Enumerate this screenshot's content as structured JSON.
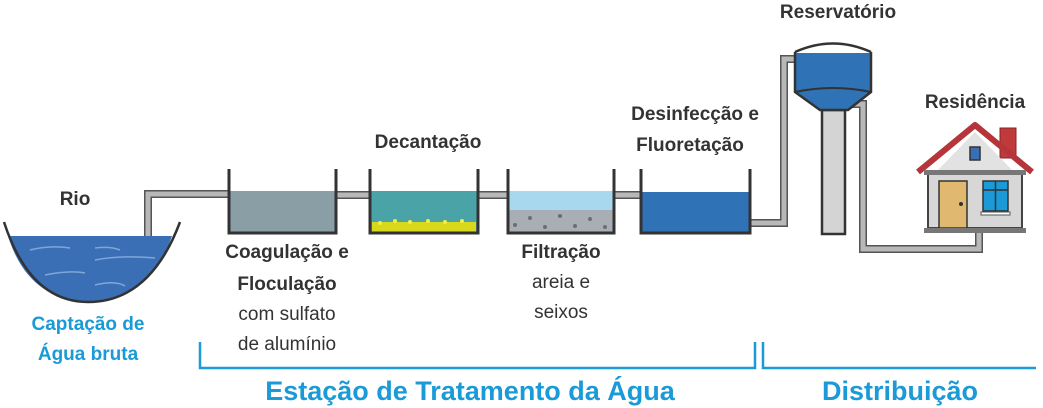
{
  "labels": {
    "rio": "Rio",
    "captacao_1": "Captação de",
    "captacao_2": "Água bruta",
    "coag_1": "Coagulação e",
    "coag_2": "Floculação",
    "coag_3": "com sulfato",
    "coag_4": "de alumínio",
    "decantacao": "Decantação",
    "filtracao": "Filtração",
    "filt_2": "areia e",
    "filt_3": "seixos",
    "desinf_1": "Desinfecção e",
    "desinf_2": "Fluoretação",
    "reservatorio": "Reservatório",
    "residencia": "Residência",
    "estacao": "Estação de Tratamento da Água",
    "distribuicao": "Distribuição"
  },
  "colors": {
    "accent": "#1a9ad6",
    "water": "#2f72b5",
    "coagulation": "#8a9ea6",
    "decantation": "#4aa3a6",
    "sediment": "#e6e020",
    "pipe": "#b8b8b8",
    "roof": "#b5353a"
  }
}
